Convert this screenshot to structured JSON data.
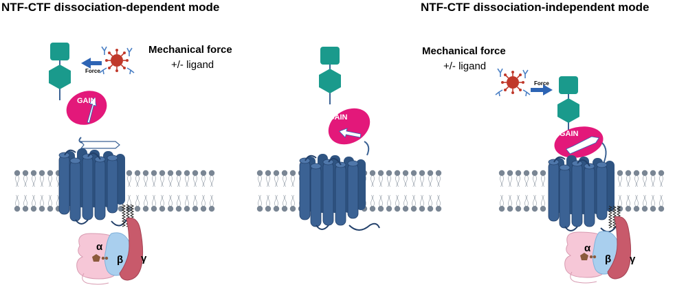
{
  "titles": {
    "left": "NTF-CTF dissociation-dependent mode",
    "right": "NTF-CTF dissociation-independent mode"
  },
  "annotations": {
    "mech_force": "Mechanical force",
    "ligand": "+/- ligand",
    "force": "Force",
    "gain": "GAIN",
    "alpha": "α",
    "beta": "β",
    "gamma": "γ"
  },
  "colors": {
    "teal": "#1a9a8c",
    "magenta": "#e3187a",
    "helix_blue": "#3b6294",
    "lipid_grey": "#7a8694",
    "alpha_pink": "#f6c7d7",
    "beta_blue": "#a9cfee",
    "gamma_red": "#c85a6b",
    "virus_red": "#c0392b",
    "arrow_blue": "#2d64b4",
    "gdp_brown": "#8b5a3c"
  }
}
